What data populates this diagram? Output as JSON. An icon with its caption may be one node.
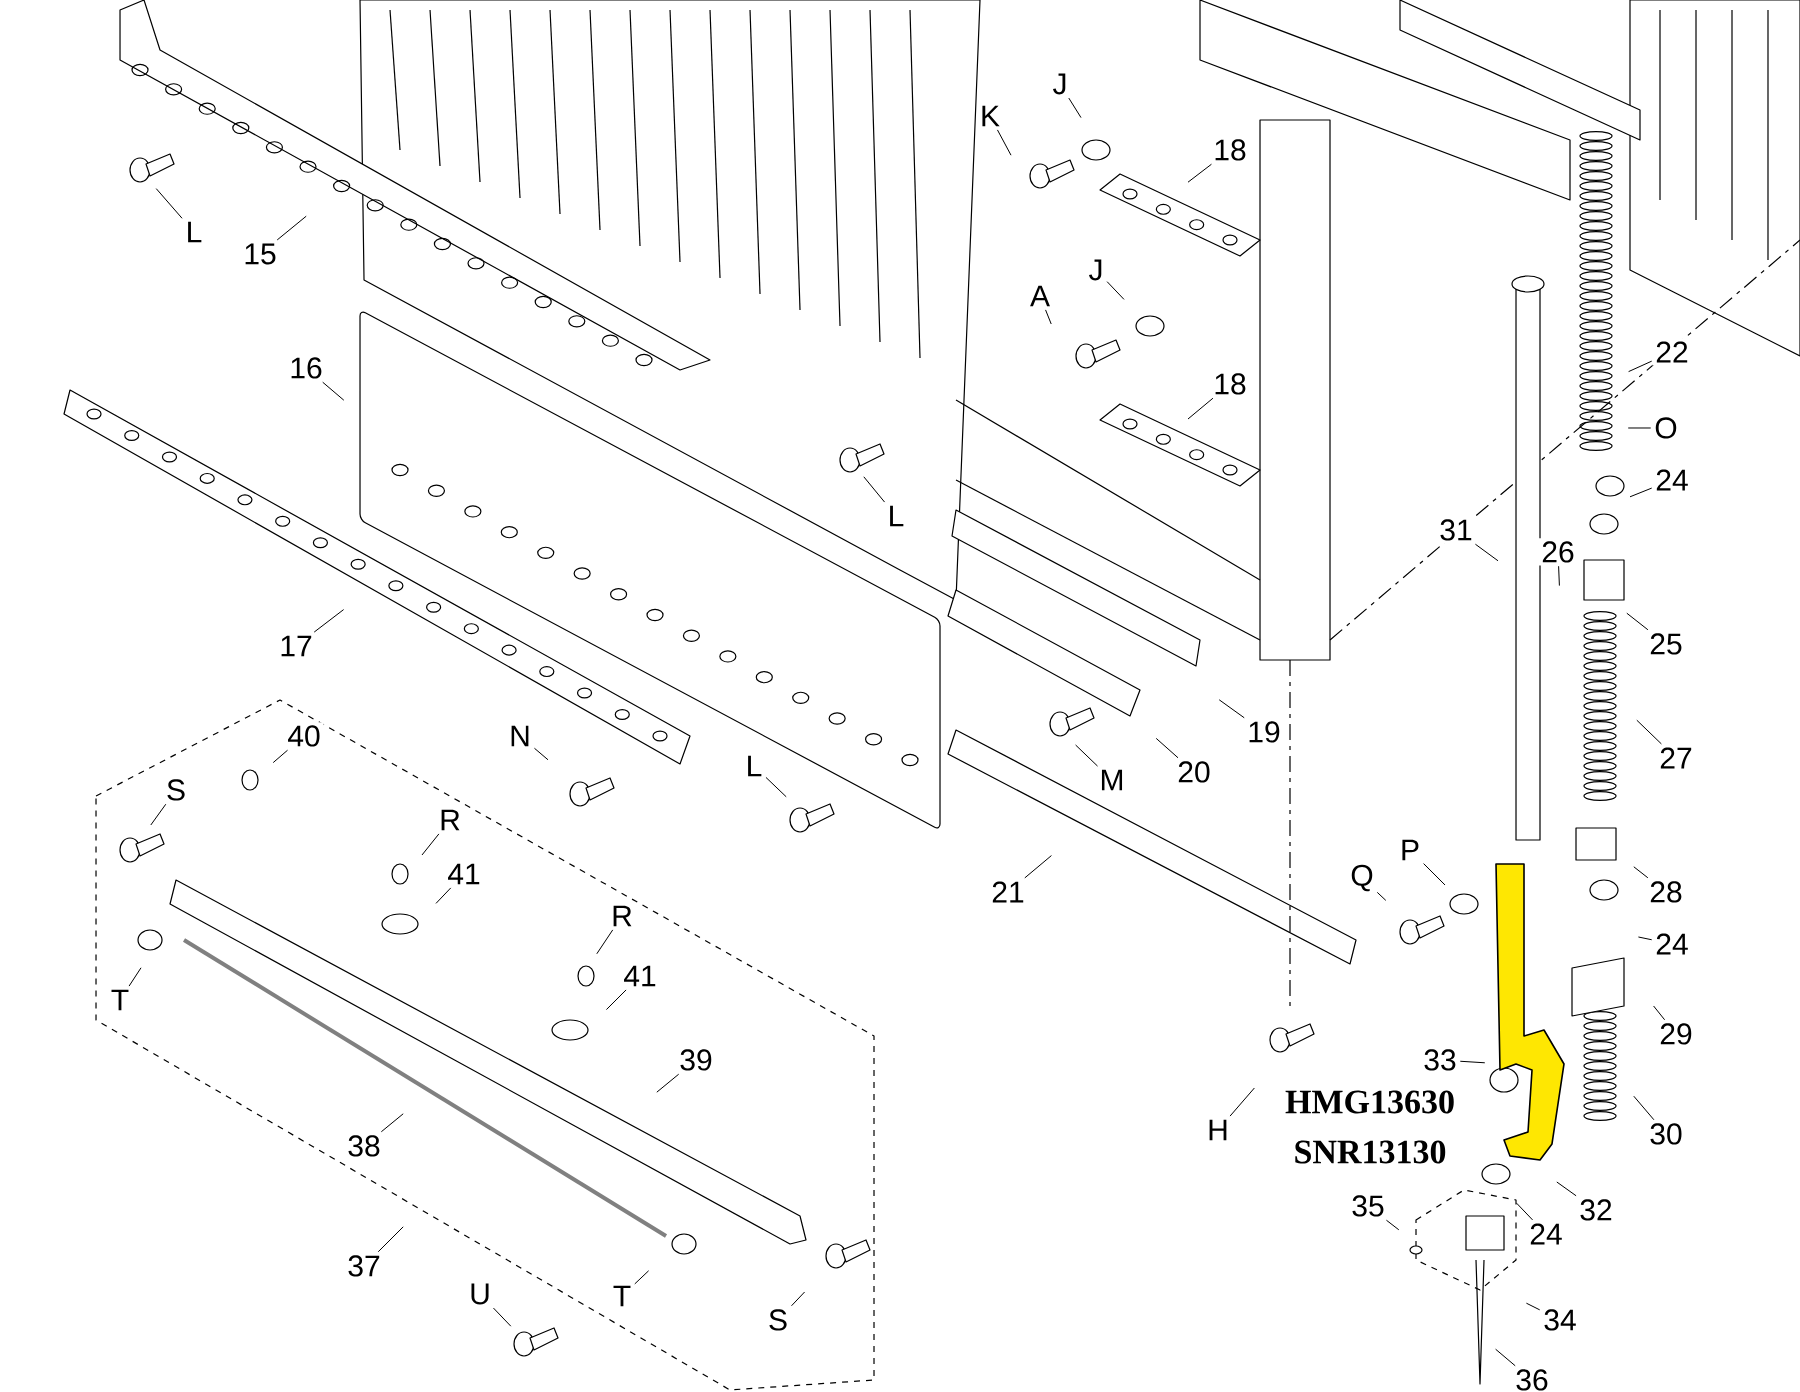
{
  "diagram": {
    "nodes": [
      {
        "text": [
          "J"
        ]
      },
      {
        "text": [
          "K"
        ]
      },
      {
        "text": [
          "18"
        ]
      },
      {
        "text": [
          "L"
        ]
      },
      {
        "text": [
          "15"
        ]
      },
      {
        "text": [
          "J"
        ]
      },
      {
        "text": [
          "A"
        ]
      },
      {
        "text": [
          "22"
        ]
      },
      {
        "text": [
          "16"
        ]
      },
      {
        "text": [
          "18"
        ]
      },
      {
        "text": [
          "O"
        ]
      },
      {
        "text": [
          "24"
        ]
      },
      {
        "text": [
          "L"
        ]
      },
      {
        "text": [
          "31"
        ]
      },
      {
        "text": [
          "26"
        ]
      },
      {
        "text": [
          "25"
        ]
      },
      {
        "text": [
          "17"
        ]
      },
      {
        "text": [
          "19"
        ]
      },
      {
        "text": [
          "N"
        ]
      },
      {
        "text": [
          "40"
        ]
      },
      {
        "text": [
          "L"
        ]
      },
      {
        "text": [
          "27"
        ]
      },
      {
        "text": [
          "20"
        ]
      },
      {
        "text": [
          "M"
        ]
      },
      {
        "text": [
          "S"
        ]
      },
      {
        "text": [
          "R"
        ]
      },
      {
        "text": [
          "P"
        ]
      },
      {
        "text": [
          "41"
        ]
      },
      {
        "text": [
          "Q"
        ]
      },
      {
        "text": [
          "21"
        ]
      },
      {
        "text": [
          "28"
        ]
      },
      {
        "text": [
          "R"
        ]
      },
      {
        "text": [
          "24"
        ]
      },
      {
        "text": [
          "41"
        ]
      },
      {
        "text": [
          "T"
        ]
      },
      {
        "text": [
          "29"
        ]
      },
      {
        "text": [
          "39"
        ]
      },
      {
        "text": [
          "33"
        ]
      },
      {
        "text": [
          "H"
        ]
      },
      {
        "text": [
          "30"
        ]
      },
      {
        "text": [
          "38"
        ]
      },
      {
        "text": [
          "35"
        ]
      },
      {
        "text": [
          "32"
        ]
      },
      {
        "text": [
          "24"
        ]
      },
      {
        "text": [
          "37"
        ]
      },
      {
        "text": [
          "U"
        ]
      },
      {
        "text": [
          "T"
        ]
      },
      {
        "text": [
          "34"
        ]
      },
      {
        "text": [
          "S"
        ]
      },
      {
        "text": [
          "36"
        ]
      }
    ],
    "edges": [
      {
        "from": 0,
        "to": null,
        "arrow": "none"
      },
      {
        "from": 1,
        "to": null,
        "arrow": "none"
      },
      {
        "from": 2,
        "to": null,
        "arrow": "none"
      },
      {
        "from": 3,
        "to": null,
        "arrow": "none"
      },
      {
        "from": 4,
        "to": null,
        "arrow": "none"
      },
      {
        "from": 5,
        "to": null,
        "arrow": "none"
      },
      {
        "from": 6,
        "to": null,
        "arrow": "none"
      },
      {
        "from": 7,
        "to": null,
        "arrow": "none"
      },
      {
        "from": 8,
        "to": null,
        "arrow": "none"
      },
      {
        "from": 9,
        "to": null,
        "arrow": "none"
      },
      {
        "from": 10,
        "to": null,
        "arrow": "none"
      },
      {
        "from": 11,
        "to": null,
        "arrow": "none"
      },
      {
        "from": 12,
        "to": null,
        "arrow": "none"
      },
      {
        "from": 13,
        "to": null,
        "arrow": "none"
      },
      {
        "from": 14,
        "to": null,
        "arrow": "none"
      },
      {
        "from": 15,
        "to": null,
        "arrow": "none"
      },
      {
        "from": 16,
        "to": null,
        "arrow": "none"
      },
      {
        "from": 17,
        "to": null,
        "arrow": "none"
      },
      {
        "from": 18,
        "to": null,
        "arrow": "none"
      },
      {
        "from": 19,
        "to": null,
        "arrow": "none"
      },
      {
        "from": 20,
        "to": null,
        "arrow": "none"
      },
      {
        "from": 21,
        "to": null,
        "arrow": "none"
      },
      {
        "from": 22,
        "to": null,
        "arrow": "none"
      },
      {
        "from": 23,
        "to": null,
        "arrow": "none"
      },
      {
        "from": 24,
        "to": null,
        "arrow": "none"
      },
      {
        "from": 25,
        "to": null,
        "arrow": "none"
      },
      {
        "from": 26,
        "to": null,
        "arrow": "none"
      },
      {
        "from": 27,
        "to": null,
        "arrow": "none"
      },
      {
        "from": 28,
        "to": null,
        "arrow": "none"
      },
      {
        "from": 29,
        "to": null,
        "arrow": "none"
      },
      {
        "from": 30,
        "to": null,
        "arrow": "none"
      },
      {
        "from": 31,
        "to": null,
        "arrow": "none"
      },
      {
        "from": 32,
        "to": null,
        "arrow": "none"
      },
      {
        "from": 33,
        "to": null,
        "arrow": "none"
      },
      {
        "from": 34,
        "to": null,
        "arrow": "none"
      },
      {
        "from": 35,
        "to": null,
        "arrow": "none"
      },
      {
        "from": 36,
        "to": null,
        "arrow": "none"
      },
      {
        "from": 37,
        "to": null,
        "arrow": "none"
      },
      {
        "from": 38,
        "to": null,
        "arrow": "none"
      },
      {
        "from": 39,
        "to": null,
        "arrow": "none"
      },
      {
        "from": 40,
        "to": null,
        "arrow": "none"
      },
      {
        "from": 41,
        "to": null,
        "arrow": "none"
      },
      {
        "from": 42,
        "to": null,
        "arrow": "none"
      },
      {
        "from": 43,
        "to": null,
        "arrow": "none"
      },
      {
        "from": 44,
        "to": null,
        "arrow": "none"
      },
      {
        "from": 45,
        "to": null,
        "arrow": "none"
      },
      {
        "from": 46,
        "to": null,
        "arrow": "none"
      },
      {
        "from": 47,
        "to": null,
        "arrow": "none"
      },
      {
        "from": 48,
        "to": null,
        "arrow": "none"
      },
      {
        "from": 49,
        "to": null,
        "arrow": "none"
      }
    ],
    "labels": [
      "HMG13630",
      "SNR13130"
    ]
  }
}
